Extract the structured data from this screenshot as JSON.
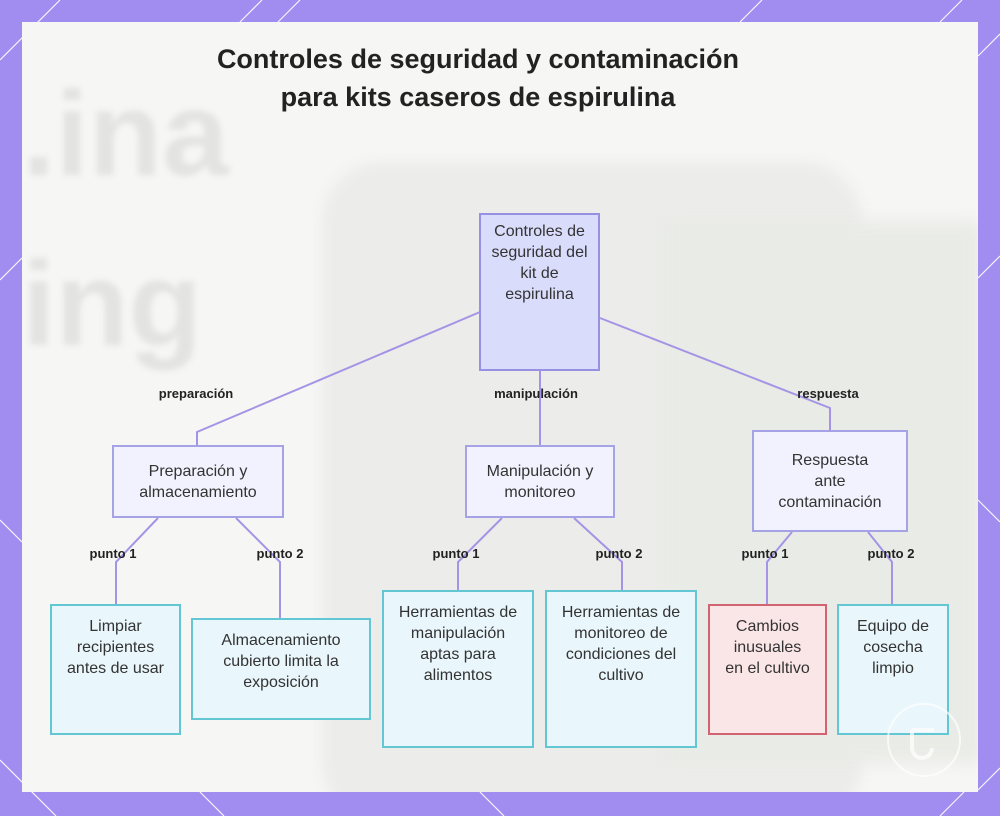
{
  "title": "Controles de seguridad y contaminación para kits caseros de espirulina",
  "background_text": [
    ".ina",
    "ing"
  ],
  "colors": {
    "frame": "#a18df0",
    "card": "#f6f6f5",
    "edge": "#a594e6",
    "root_fill": "#d9dcfb",
    "mid_fill": "#f1f2fd",
    "leaf_fill": "#e9f6fb",
    "leaf_border": "#62c6d3",
    "alert_fill": "#fbe6e7",
    "alert_border": "#d16470"
  },
  "nodes": {
    "root": "Controles de seguridad del kit de espirulina",
    "prep": "Preparación y almacenamiento",
    "manip": "Manipulación y monitoreo",
    "resp": "Respuesta ante contaminación",
    "prep1": "Limpiar recipientes antes de usar",
    "prep2": "Almacenamiento cubierto limita la exposición",
    "manip1": "Herramientas de manipulación aptas para alimentos",
    "manip2": "Herramientas de monitoreo de condiciones del cultivo",
    "resp1": "Cambios inusuales en el cultivo",
    "resp2": "Equipo de cosecha limpio"
  },
  "edge_labels": {
    "prep": "preparación",
    "manip": "manipulación",
    "resp": "respuesta",
    "p1": "punto 1",
    "p2": "punto 2"
  }
}
